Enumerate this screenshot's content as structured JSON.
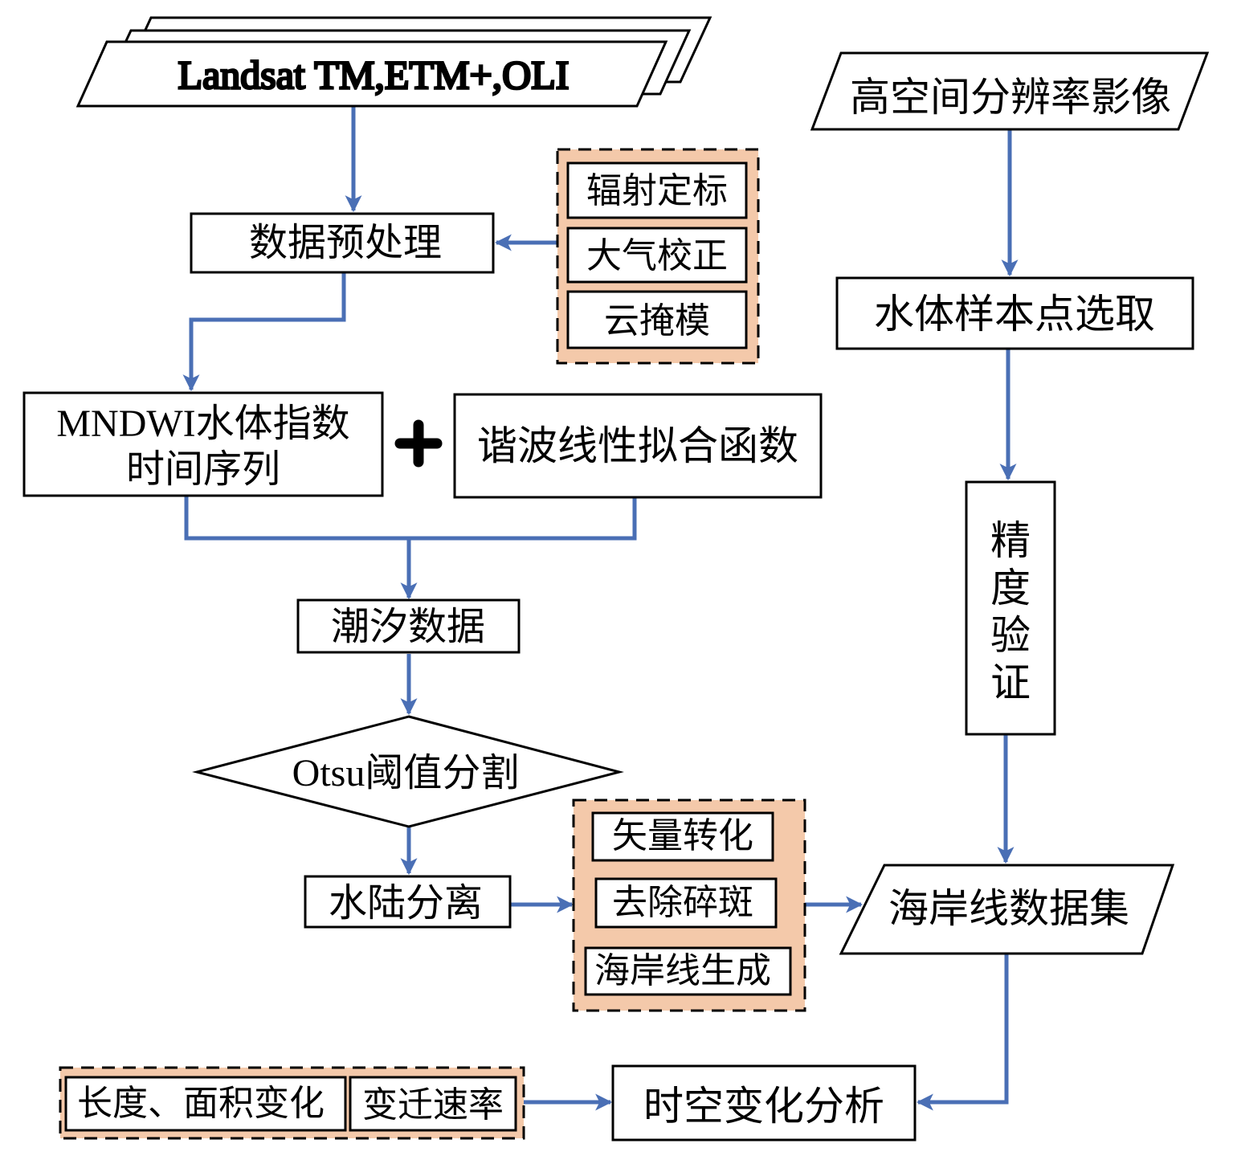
{
  "colors": {
    "arrow": "#4a6fb5",
    "group_fill": "#f4c9aa",
    "stroke": "#000000",
    "box_fill": "#ffffff"
  },
  "inputs": {
    "landsat": "Landsat TM,ETM+,OLI",
    "high_res": "高空间分辨率影像"
  },
  "nodes": {
    "preprocess": "数据预处理",
    "mndwi_line1": "MNDWI水体指数",
    "mndwi_line2": "时间序列",
    "plus": "+",
    "harmonic": "谐波线性拟合函数",
    "tide": "潮汐数据",
    "otsu": "Otsu阈值分割",
    "land_water": "水陆分离",
    "water_samples": "水体样本点选取",
    "accuracy": [
      "精",
      "度",
      "验",
      "证"
    ],
    "coastline_dataset": "海岸线数据集",
    "spatiotemporal": "时空变化分析"
  },
  "groups": {
    "preprocessing_steps": [
      "辐射定标",
      "大气校正",
      "云掩模"
    ],
    "postprocessing_steps": [
      "矢量转化",
      "去除碎斑",
      "海岸线生成"
    ],
    "analysis_metrics": [
      "长度、面积变化",
      "变迁速率"
    ]
  }
}
